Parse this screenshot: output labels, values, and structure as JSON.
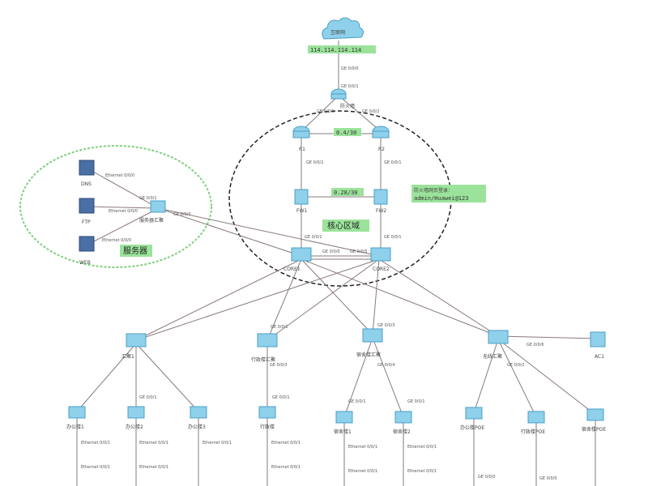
{
  "colors": {
    "link": "#8a7a7a",
    "device": "#8fd0ea",
    "device_edge": "#4a9fc8",
    "server": "#4a6fa5",
    "label_bg": "#9be39b",
    "core_ring": "#222222",
    "server_ring": "#7fd07f"
  },
  "labels": {
    "internet": "互联网",
    "public_ip": "114.114.114.114",
    "firewall": "防火墙",
    "core_net_1": "0.4/30",
    "core_net_2": "0.28/30",
    "core_zone": "核心区域",
    "mgmt_title": "防火墙网页登录：",
    "mgmt_cred": "admin/Huawei@123",
    "server_zone": "服务器",
    "server_switch": "服务器汇聚",
    "dns": "DNS",
    "ftp": "FTP",
    "web": "WEB",
    "agg1": "汇聚1",
    "agg2": "行政楼汇聚",
    "agg3": "宿舍楼汇聚",
    "agg4": "无线汇聚",
    "ac": "AC1",
    "acc1": "办公楼1",
    "acc2": "办公楼2",
    "acc3": "办公楼3",
    "acc4": "行政楼",
    "acc5": "宿舍楼1",
    "acc6": "宿舍楼2",
    "ap1": "办公楼POE",
    "ap2": "行政楼POE",
    "ap3": "宿舍楼POE",
    "r1": "R1",
    "r2": "R2",
    "fw1": "FW1",
    "fw2": "FW2",
    "core1": "CORE1",
    "core2": "CORE2"
  },
  "ports": {
    "p_ge0": "GE 0/0/0",
    "p_ge1": "GE 0/0/1",
    "p_ge2": "GE 0/0/2",
    "p_ge3": "GE 0/0/3",
    "p_ge4": "GE 0/0/4",
    "p_ge5": "GE 0/0/5",
    "p_ge6": "GE 0/0/6",
    "p_eth0": "Ethernet 0/0/0",
    "p_eth1": "Ethernet 0/0/1"
  }
}
